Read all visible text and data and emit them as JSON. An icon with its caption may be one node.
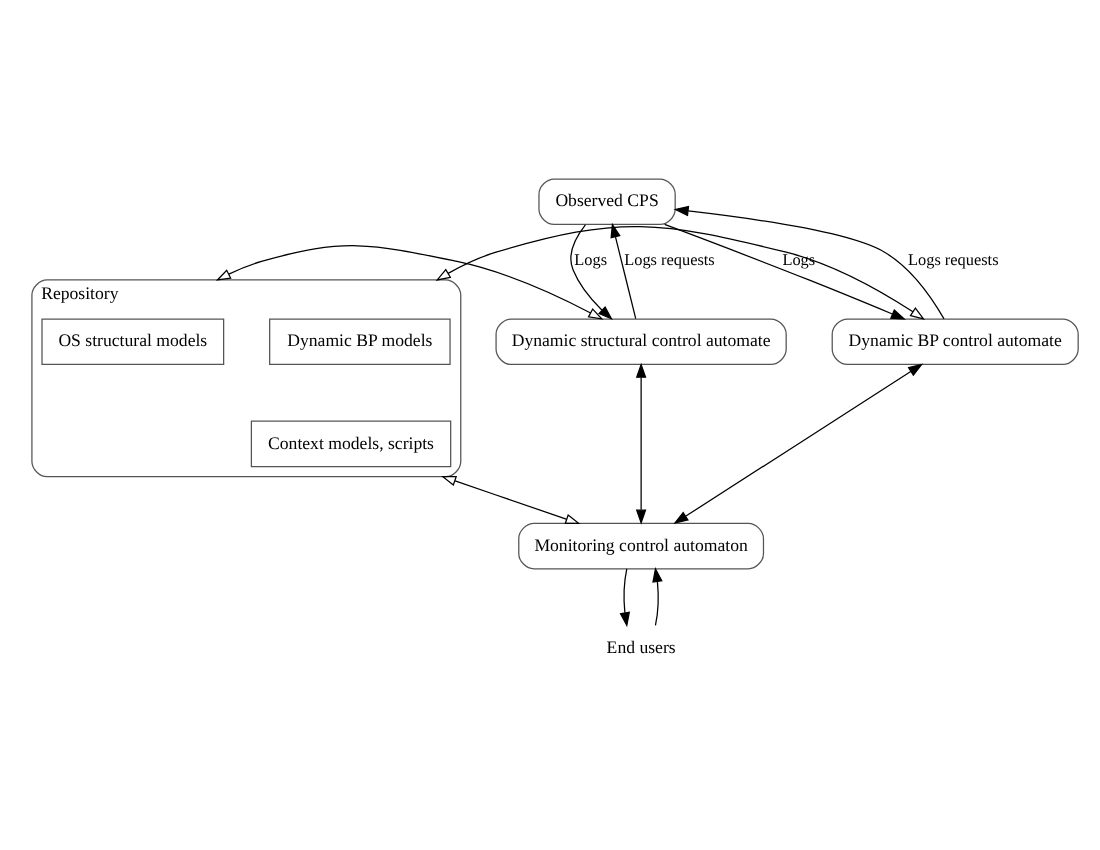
{
  "diagram": {
    "nodes": [
      {
        "text": [
          "Observed CPS"
        ]
      },
      {
        "text": [
          "Dynamic structural control automate"
        ]
      },
      {
        "text": [
          "Repository"
        ]
      },
      {
        "text": [
          "OS structural models"
        ],
        "in": 2
      },
      {
        "text": [
          "Dynamic BP models"
        ],
        "in": 2
      },
      {
        "text": [
          "Context models, scripts"
        ],
        "in": 2
      },
      {
        "text": [
          "Dynamic BP control automate"
        ]
      },
      {
        "text": [
          "Monitoring control automaton"
        ]
      },
      {
        "text": [
          "End users"
        ]
      }
    ],
    "edges": [
      {
        "from": 1,
        "to": 0,
        "arrow": "to",
        "label": "Logs requests"
      },
      {
        "from": 0,
        "to": 1,
        "arrow": "to",
        "label": "Logs"
      },
      {
        "from": 6,
        "to": 0,
        "arrow": "to",
        "label": "Logs requests"
      },
      {
        "from": 0,
        "to": 6,
        "arrow": "to",
        "label": "Logs"
      },
      {
        "from": 1,
        "to": 2,
        "arrow": "both"
      },
      {
        "from": 2,
        "to": 6,
        "arrow": "both"
      },
      {
        "from": 2,
        "to": 7,
        "arrow": "both"
      },
      {
        "from": 1,
        "to": 7,
        "arrow": "both"
      },
      {
        "from": 6,
        "to": 7,
        "arrow": "both"
      },
      {
        "from": 7,
        "to": 8,
        "arrow": "to"
      },
      {
        "from": 8,
        "to": 7,
        "arrow": "to"
      }
    ]
  }
}
